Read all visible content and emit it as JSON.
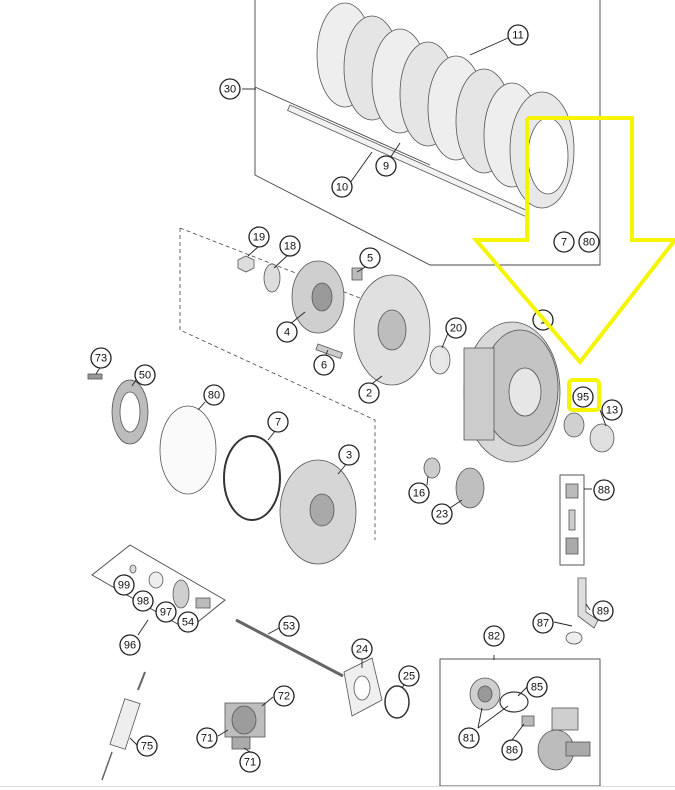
{
  "diagram": {
    "callouts": [
      {
        "id": "c11",
        "label": "11"
      },
      {
        "id": "c30",
        "label": "30"
      },
      {
        "id": "c9",
        "label": "9"
      },
      {
        "id": "c10",
        "label": "10"
      },
      {
        "id": "c7a",
        "label": "7"
      },
      {
        "id": "c80a",
        "label": "80"
      },
      {
        "id": "c19",
        "label": "19"
      },
      {
        "id": "c18",
        "label": "18"
      },
      {
        "id": "c5",
        "label": "5"
      },
      {
        "id": "c4",
        "label": "4"
      },
      {
        "id": "c6",
        "label": "6"
      },
      {
        "id": "c20",
        "label": "20"
      },
      {
        "id": "c1",
        "label": "1"
      },
      {
        "id": "c2",
        "label": "2"
      },
      {
        "id": "c73",
        "label": "73"
      },
      {
        "id": "c50",
        "label": "50"
      },
      {
        "id": "c80b",
        "label": "80"
      },
      {
        "id": "c95",
        "label": "95"
      },
      {
        "id": "c13",
        "label": "13"
      },
      {
        "id": "c7b",
        "label": "7"
      },
      {
        "id": "c3",
        "label": "3"
      },
      {
        "id": "c16",
        "label": "16"
      },
      {
        "id": "c23",
        "label": "23"
      },
      {
        "id": "c88",
        "label": "88"
      },
      {
        "id": "c99",
        "label": "99"
      },
      {
        "id": "c98",
        "label": "98"
      },
      {
        "id": "c97",
        "label": "97"
      },
      {
        "id": "c54",
        "label": "54"
      },
      {
        "id": "c96",
        "label": "96"
      },
      {
        "id": "c53",
        "label": "53"
      },
      {
        "id": "c87",
        "label": "87"
      },
      {
        "id": "c89",
        "label": "89"
      },
      {
        "id": "c82",
        "label": "82"
      },
      {
        "id": "c24",
        "label": "24"
      },
      {
        "id": "c25",
        "label": "25"
      },
      {
        "id": "c72",
        "label": "72"
      },
      {
        "id": "c85",
        "label": "85"
      },
      {
        "id": "c75",
        "label": "75"
      },
      {
        "id": "c71a",
        "label": "71"
      },
      {
        "id": "c71b",
        "label": "71"
      },
      {
        "id": "c81",
        "label": "81"
      },
      {
        "id": "c86",
        "label": "86"
      }
    ],
    "highlight": {
      "target": "95",
      "color": "#f5f500"
    }
  }
}
